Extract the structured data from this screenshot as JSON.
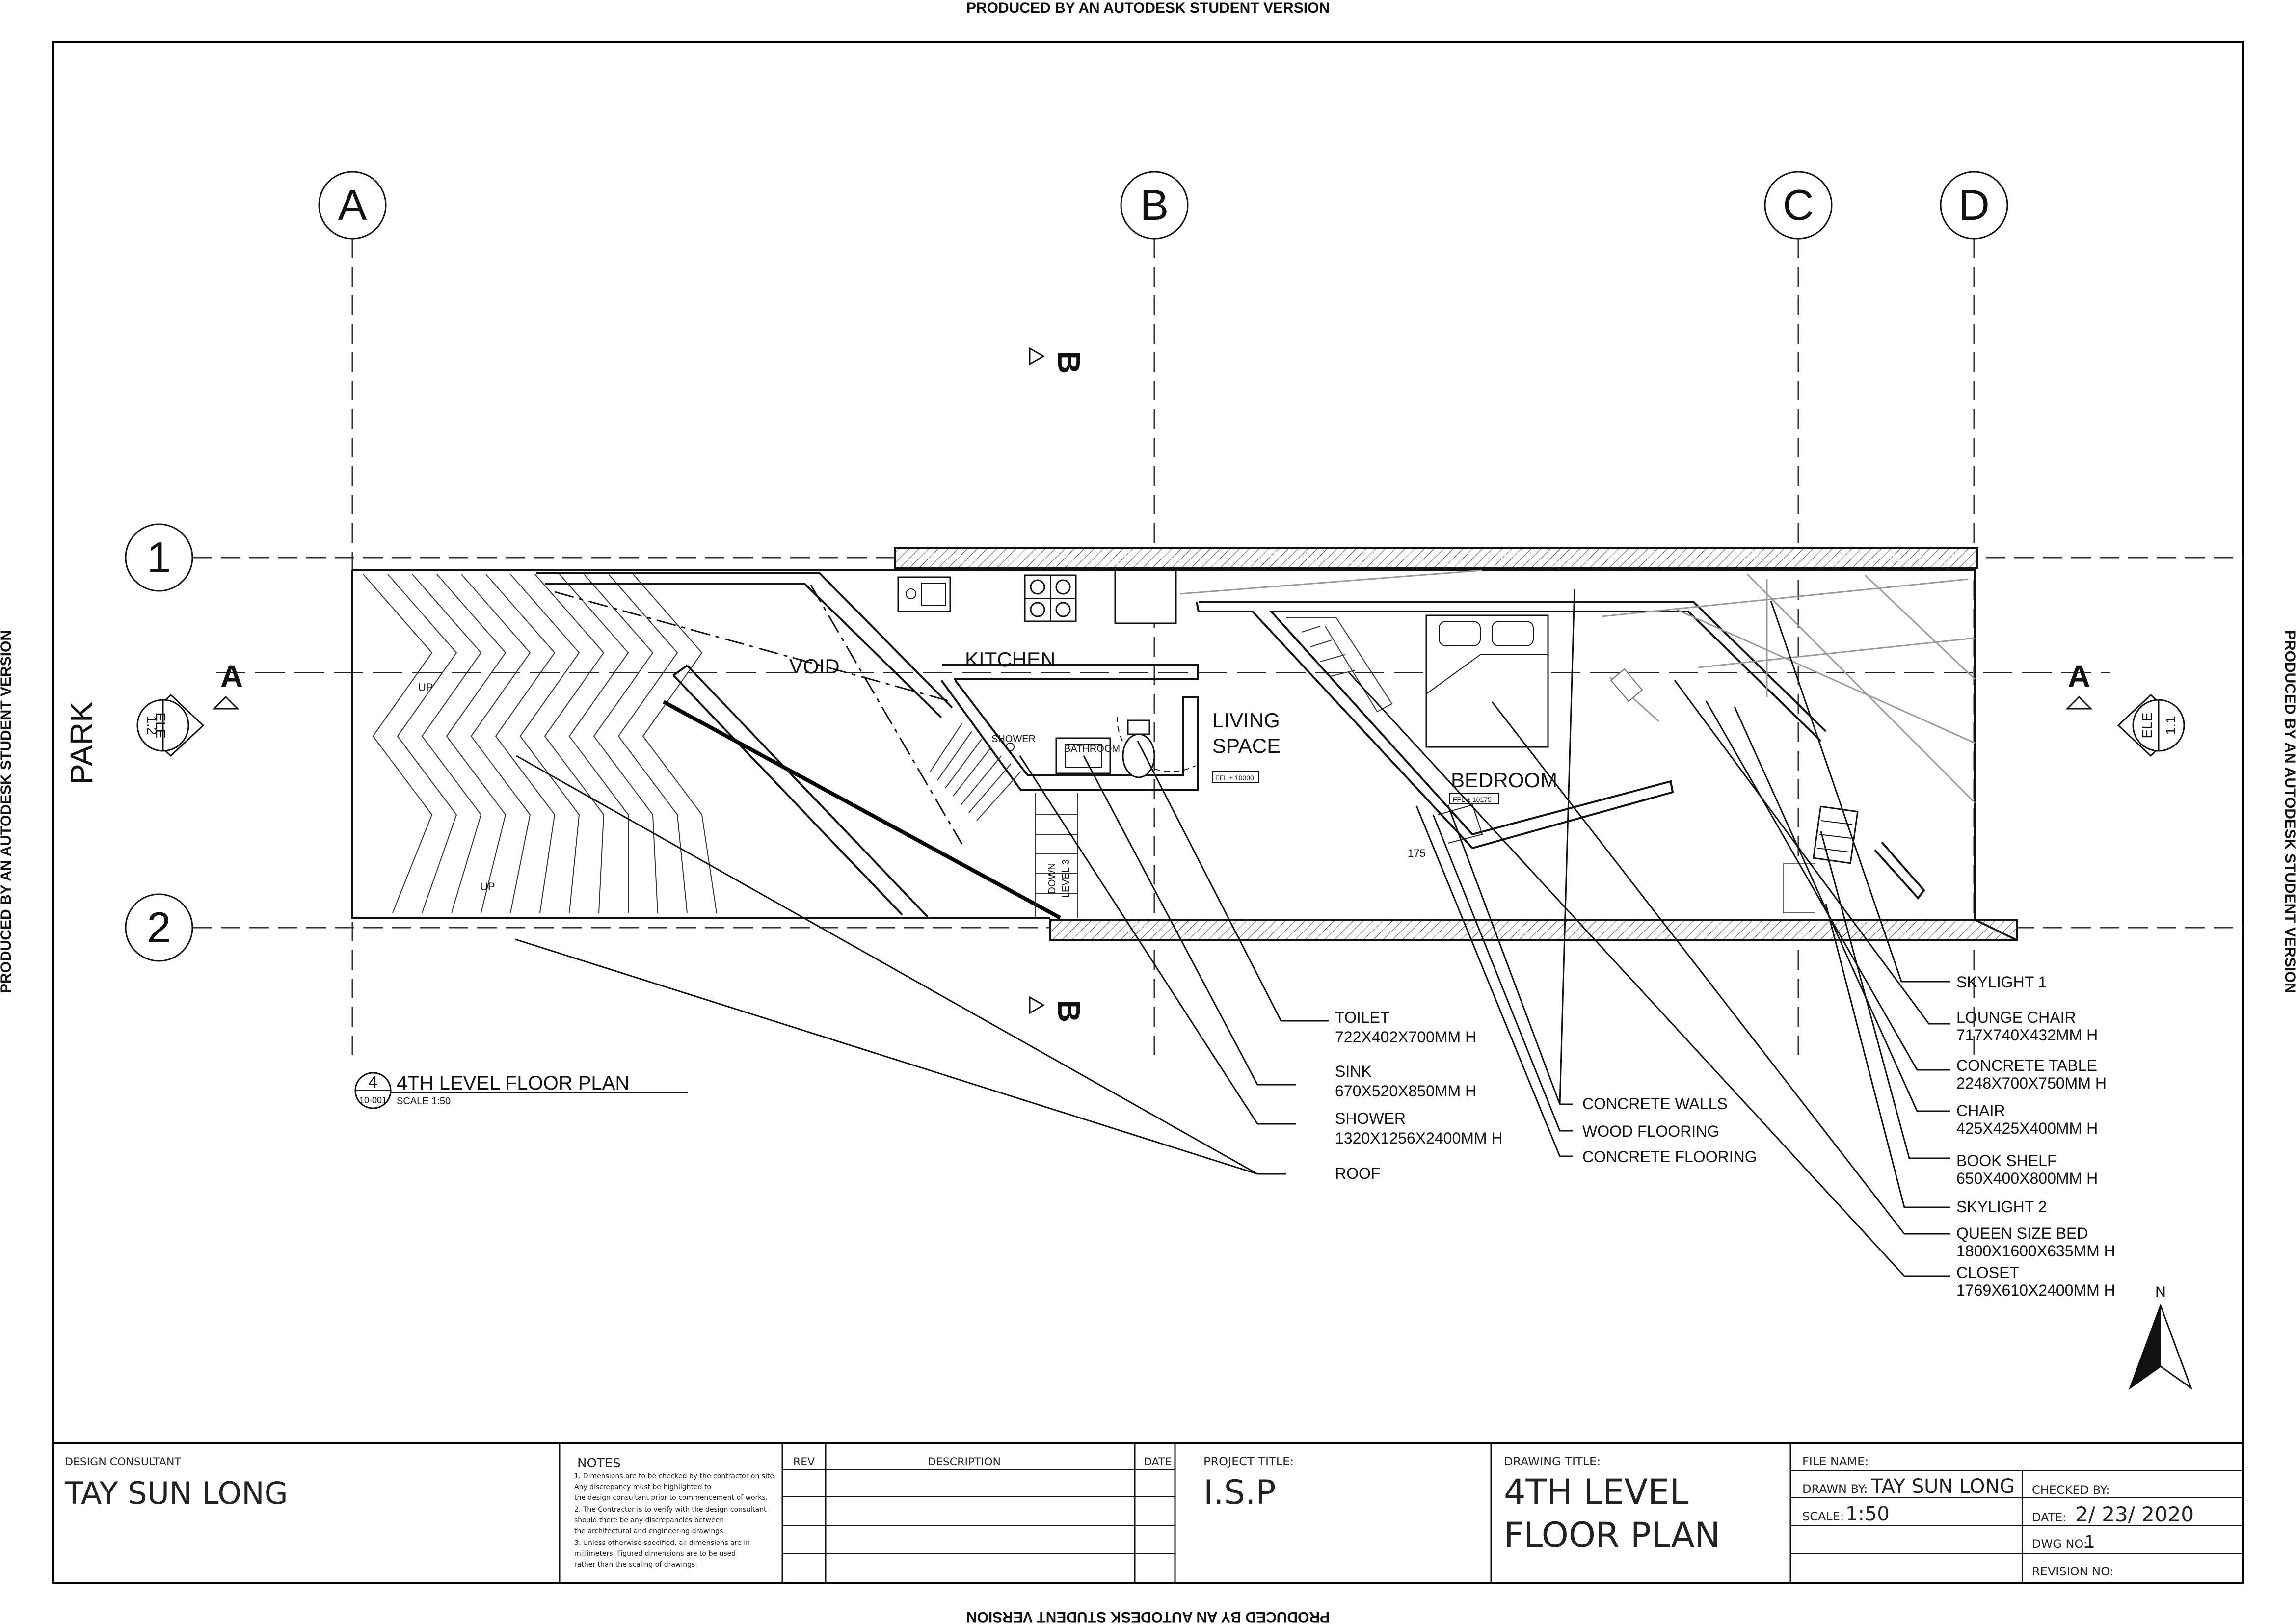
{
  "watermark": "PRODUCED BY AN AUTODESK STUDENT VERSION",
  "grid": {
    "columns": [
      "A",
      "B",
      "C",
      "D"
    ],
    "rows": [
      "1",
      "2"
    ]
  },
  "sections": {
    "a": "A",
    "b": "B"
  },
  "elevations": [
    {
      "label": "ELE",
      "number": "1.2"
    },
    {
      "label": "ELE",
      "number": "1.1"
    }
  ],
  "site": {
    "park": "PARK"
  },
  "rooms": {
    "void": "VOID",
    "kitchen": "KITCHEN",
    "living_1": "LIVING",
    "living_2": "SPACE",
    "bedroom": "BEDROOM",
    "shower": "SHOWER",
    "bathroom": "BATHROOM",
    "down_1": "DOWN",
    "down_2": "LEVEL 3",
    "up_1": "UP",
    "up_2": "UP",
    "dim_175": "175",
    "ffl_living": "FFL ± 10000",
    "ffl_bedroom": "FFL ± 10175"
  },
  "drawing_tag": {
    "number": "4",
    "sheet": "10-001",
    "title": "4TH LEVEL FLOOR PLAN",
    "scale": "SCALE 1:50"
  },
  "labels_left": [
    {
      "name": "TOILET",
      "dims": "722X402X700MM H"
    },
    {
      "name": "SINK",
      "dims": "670X520X850MM H"
    },
    {
      "name": "SHOWER",
      "dims": "1320X1256X2400MM H"
    },
    {
      "name": "ROOF",
      "dims": ""
    }
  ],
  "labels_mid": [
    "CONCRETE WALLS",
    "WOOD FLOORING",
    "CONCRETE FLOORING"
  ],
  "labels_right": [
    {
      "name": "SKYLIGHT 1",
      "dims": ""
    },
    {
      "name": "LOUNGE CHAIR",
      "dims": "717X740X432MM H"
    },
    {
      "name": "CONCRETE TABLE",
      "dims": "2248X700X750MM H"
    },
    {
      "name": "CHAIR",
      "dims": "425X425X400MM H"
    },
    {
      "name": "BOOK SHELF",
      "dims": "650X400X800MM H"
    },
    {
      "name": "SKYLIGHT 2",
      "dims": ""
    },
    {
      "name": "QUEEN SIZE BED",
      "dims": "1800X1600X635MM H"
    },
    {
      "name": "CLOSET",
      "dims": "1769X610X2400MM H"
    }
  ],
  "north": "N",
  "title_block": {
    "design_consultant_label": "DESIGN CONSULTANT",
    "design_consultant": "TAY SUN LONG",
    "notes_label": "NOTES",
    "notes": [
      "1.        Dimensions are to be checked by the contractor on site.",
      "Any discrepancy must be highlighted to",
      "the design consultant prior to commencement of works.",
      "2.        The Contractor is to verify with the design consultant",
      "should there be any discrepancies between",
      "the architectural and engineering drawings.",
      "3.        Unless otherwise specified, all dimensions are in",
      "millimeters. Figured dimensions are to be used",
      "rather than the scaling of drawings."
    ],
    "rev_label": "REV",
    "description_label": "DESCRIPTION",
    "date_col_label": "DATE",
    "project_title_label": "PROJECT TITLE:",
    "project_title": "I.S.P",
    "drawing_title_label": "DRAWING TITLE:",
    "drawing_title_1": "4TH LEVEL",
    "drawing_title_2": "FLOOR PLAN",
    "file_name_label": "FILE NAME:",
    "drawn_by_label": "DRAWN BY:",
    "drawn_by": "TAY SUN LONG",
    "checked_by_label": "CHECKED BY:",
    "scale_label": "SCALE:",
    "scale": "1:50",
    "date_label": "DATE:",
    "date": "2/ 23/ 2020",
    "dwg_no_label": "DWG NO:",
    "dwg_no": "1",
    "revision_no_label": "REVISION NO:"
  }
}
